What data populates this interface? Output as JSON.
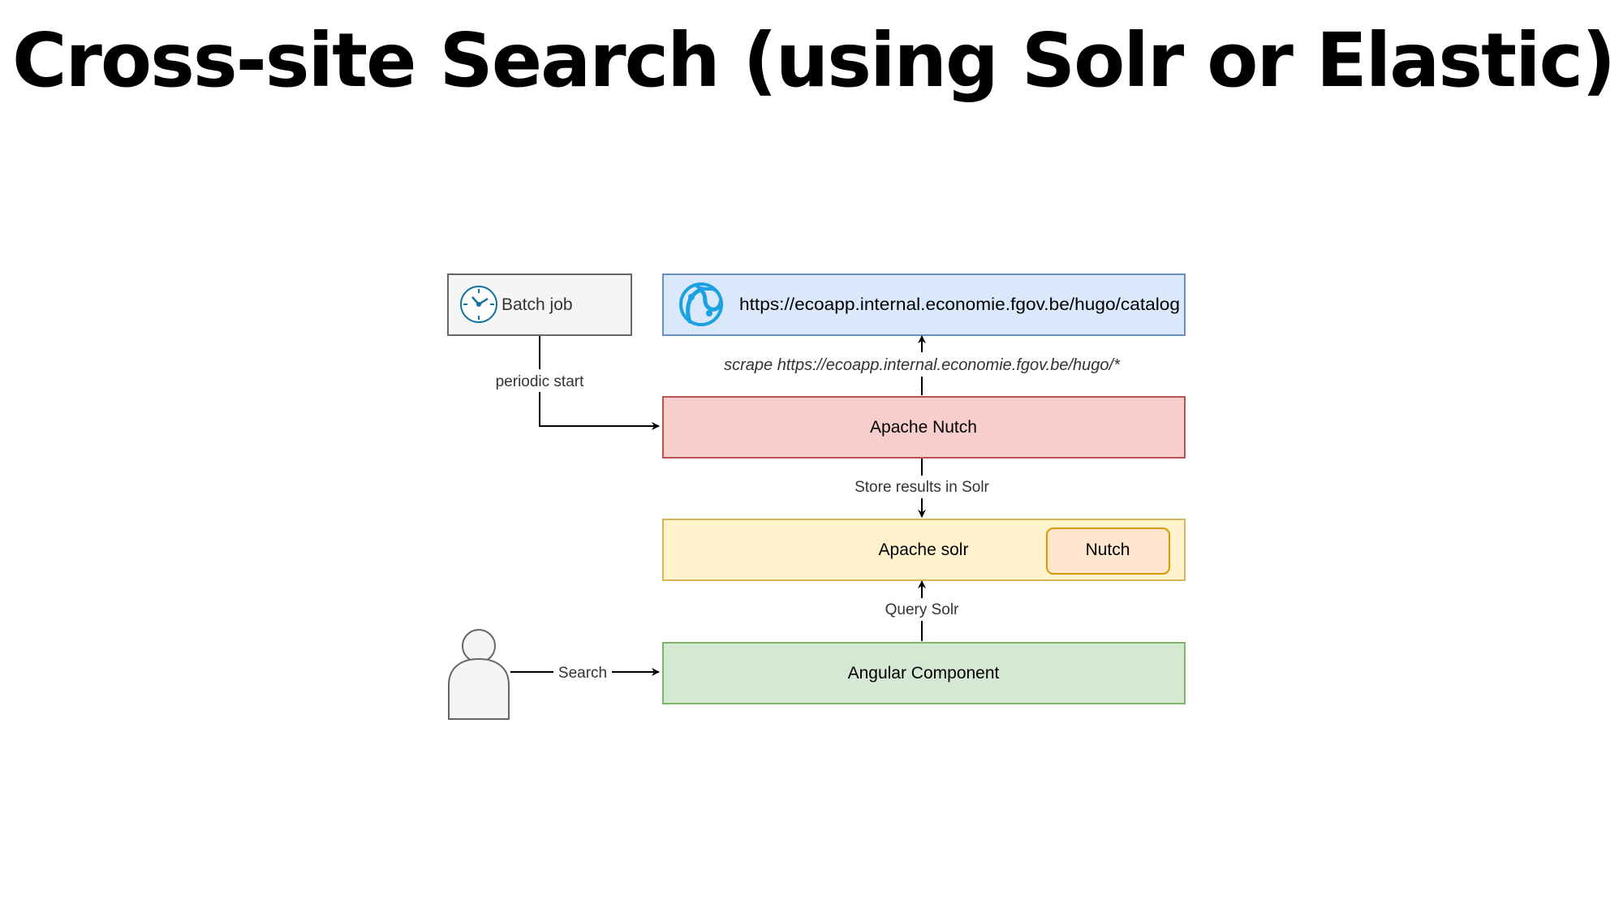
{
  "title": "Cross-site Search (using Solr or Elastic)",
  "diagram": {
    "nodes": {
      "batch_job": {
        "label": "Batch job",
        "icon": "clock-icon",
        "fill": "#f5f5f5",
        "stroke": "#666666"
      },
      "website": {
        "label": "https://ecoapp.internal.economie.fgov.be/hugo/catalog",
        "icon": "globe-icon",
        "fill": "#dae8fc",
        "stroke": "#6c8ebf",
        "icon_color": "#1ba1e2"
      },
      "apache_nutch": {
        "label": "Apache Nutch",
        "fill": "#f8cecc",
        "stroke": "#b85450"
      },
      "apache_solr": {
        "label": "Apache solr",
        "fill": "#fff2cc",
        "stroke": "#d6b656"
      },
      "nutch_core": {
        "label": "Nutch",
        "fill": "#ffe6cc",
        "stroke": "#d79b00"
      },
      "angular_component": {
        "label": "Angular Component",
        "fill": "#d5e8d4",
        "stroke": "#82b366"
      },
      "user": {
        "icon": "user-icon",
        "fill": "#f5f5f5",
        "stroke": "#666666"
      }
    },
    "edges": {
      "periodic_start": "periodic start",
      "scrape": "scrape https://ecoapp.internal.economie.fgov.be/hugo/*",
      "store_results": "Store results in Solr",
      "query_solr": "Query Solr",
      "search": "Search"
    }
  }
}
